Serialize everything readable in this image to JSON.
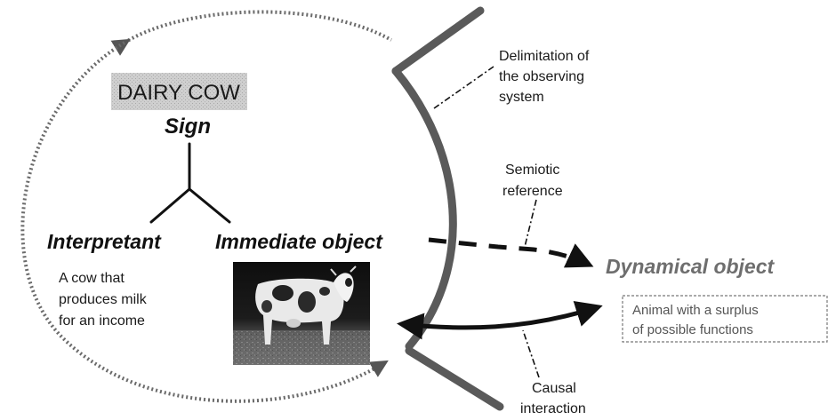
{
  "sign": {
    "word": "DAIRY COW",
    "label": "Sign"
  },
  "interpretant": {
    "label": "Interpretant",
    "description": [
      "A cow that",
      "produces milk",
      "for an income"
    ]
  },
  "immediate_object": {
    "label": "Immediate object"
  },
  "dynamical_object": {
    "label": "Dynamical object",
    "description": [
      "Animal with a surplus",
      "of  possible functions"
    ]
  },
  "annotations": {
    "delimitation": [
      "Delimitation of",
      "the observing",
      "system"
    ],
    "semiotic_reference": [
      "Semiotic",
      "reference"
    ],
    "causal_interaction": [
      "Causal",
      "interaction"
    ]
  },
  "colors": {
    "boundary": "#5a5a5a",
    "dotted_circle": "#6a6a6a",
    "arrows": "#111111",
    "sign_box": "#c9c9c9",
    "dynamical_text": "#6e6e6e"
  }
}
